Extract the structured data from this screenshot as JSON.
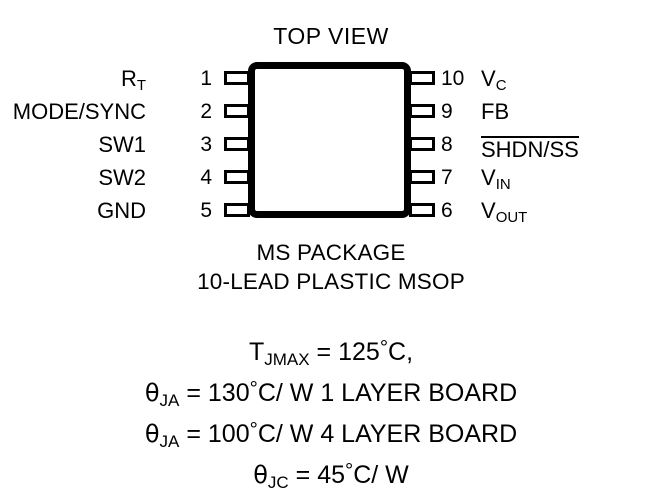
{
  "diagram": {
    "title": "TOP VIEW",
    "package": {
      "name": "MS PACKAGE",
      "description": "10-LEAD PLASTIC MSOP"
    },
    "pins_left": [
      {
        "number": "1",
        "label": "R",
        "sub": "T",
        "overline": false
      },
      {
        "number": "2",
        "label": "MODE/SYNC",
        "sub": "",
        "overline": false
      },
      {
        "number": "3",
        "label": "SW1",
        "sub": "",
        "overline": false
      },
      {
        "number": "4",
        "label": "SW2",
        "sub": "",
        "overline": false
      },
      {
        "number": "5",
        "label": "GND",
        "sub": "",
        "overline": false
      }
    ],
    "pins_right": [
      {
        "number": "10",
        "label": "V",
        "sub": "C",
        "overline": false
      },
      {
        "number": "9",
        "label": "FB",
        "sub": "",
        "overline": false
      },
      {
        "number": "8",
        "label": "SHDN/SS",
        "sub": "",
        "overline": true
      },
      {
        "number": "7",
        "label": "V",
        "sub": "IN",
        "overline": false
      },
      {
        "number": "6",
        "label": "V",
        "sub": "OUT",
        "overline": false
      }
    ]
  },
  "thermal": {
    "line1": {
      "symbol": "T",
      "sub": "JMAX",
      "eq": "=",
      "value": "125",
      "unit": "C,",
      "deg": "°"
    },
    "line2": {
      "symbol": "θ",
      "sub": "JA",
      "eq": "=",
      "value": "130",
      "unit": "C/ W",
      "deg": "°",
      "note": "1 LAYER BOARD"
    },
    "line3": {
      "symbol": "θ",
      "sub": "JA",
      "eq": "=",
      "value": "100",
      "unit": "C/ W",
      "deg": "°",
      "note": "4 LAYER BOARD"
    },
    "line4": {
      "symbol": "θ",
      "sub": "JC",
      "eq": "=",
      "value": "45",
      "unit": "C/ W",
      "deg": "°",
      "note": ""
    }
  },
  "colors": {
    "background": "#ffffff",
    "ink": "#000000"
  }
}
